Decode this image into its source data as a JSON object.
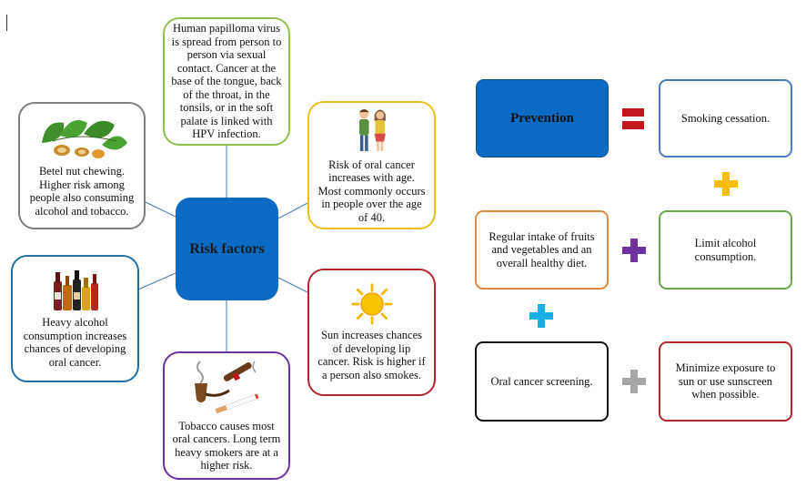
{
  "risk": {
    "center_label": "Risk factors",
    "hpv": "Human papilloma virus is spread from person to person via sexual contact. Cancer at the base of the tongue, back of the throat, in the tonsils, or in the soft palate is linked with HPV infection.",
    "age": "Risk of oral cancer increases with age. Most commonly occurs in people over the age of 40.",
    "sun": "Sun increases chances of developing lip cancer. Risk is higher if a person also smokes.",
    "tobacco": "Tobacco causes most oral cancers. Long term heavy smokers are at a higher risk.",
    "alcohol": "Heavy alcohol consumption increases chances of developing oral cancer.",
    "betel": "Betel nut chewing. Higher risk among people also consuming alcohol and tobacco."
  },
  "prevention": {
    "title": "Prevention",
    "equals": "=",
    "smoking": "Smoking cessation.",
    "alcohol": "Limit alcohol consumption.",
    "diet": "Regular intake of fruits and vegetables and an overall healthy diet.",
    "screening": "Oral cancer screening.",
    "sun": "Minimize exposure to sun or use sunscreen when possible.",
    "plus": "+"
  },
  "colors": {
    "center": "#0b6bc2",
    "hpv_border": "#92c050",
    "age_border": "#ebc01c",
    "sun_border": "#b3262b",
    "tobacco_border": "#7030a0",
    "alcohol_border": "#1f6fa8",
    "betel_border": "#7f7f7f",
    "plus_yellow": "#f5bd00",
    "plus_purple": "#7030a0",
    "plus_blue": "#1aaee5",
    "plus_gray": "#a6a6a6",
    "equals_red": "#c0171c"
  },
  "icons": {
    "age": "couple-icon",
    "sun": "sun-icon",
    "tobacco": "pipe-cigar-cigarette-icon",
    "alcohol": "bottles-icon",
    "betel": "betel-leaves-icon"
  }
}
